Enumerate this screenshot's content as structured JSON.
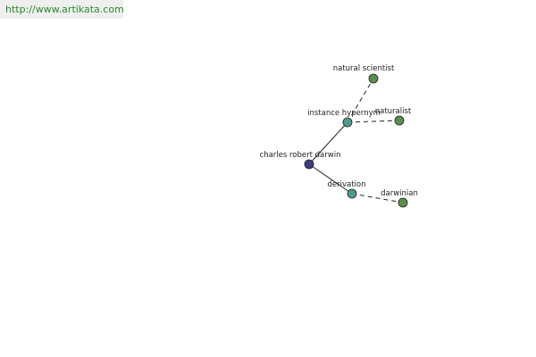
{
  "watermark": {
    "text": "http://www.artikata.com"
  },
  "colors": {
    "root": "#3c3c80",
    "relation": "#4f9a8e",
    "leaf": "#5a8e4e",
    "watermark_text": "#2c8a2c",
    "watermark_bg": "#efefef"
  },
  "graph": {
    "nodes": [
      {
        "id": "charles-robert-darwin",
        "label": "charles robert darwin",
        "kind": "root"
      },
      {
        "id": "instance-hypernym",
        "label": "instance hypernym",
        "kind": "relation"
      },
      {
        "id": "natural-scientist",
        "label": "natural scientist",
        "kind": "leaf"
      },
      {
        "id": "naturalist",
        "label": "naturalist",
        "kind": "leaf"
      },
      {
        "id": "derivation",
        "label": "derivation",
        "kind": "relation"
      },
      {
        "id": "darwinian",
        "label": "darwinian",
        "kind": "leaf"
      }
    ],
    "edges": [
      {
        "from": "charles-robert-darwin",
        "to": "instance-hypernym",
        "style": "solid"
      },
      {
        "from": "charles-robert-darwin",
        "to": "derivation",
        "style": "solid"
      },
      {
        "from": "instance-hypernym",
        "to": "natural-scientist",
        "style": "dashed"
      },
      {
        "from": "instance-hypernym",
        "to": "naturalist",
        "style": "dashed"
      },
      {
        "from": "derivation",
        "to": "darwinian",
        "style": "dashed"
      }
    ]
  }
}
